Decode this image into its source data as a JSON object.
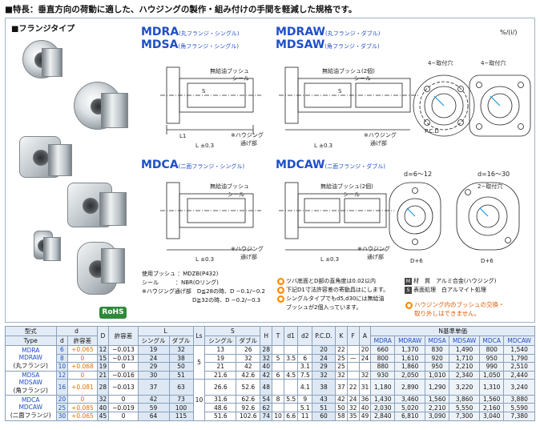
{
  "header": {
    "feature": "■特長：垂直方向の荷動に適した、ハウジングの製作・組み付けの手間を軽減した規格です。"
  },
  "flange_type": {
    "title": "■フランジタイプ"
  },
  "rohs": "RoHS",
  "series": {
    "mdra": {
      "name": "MDRA",
      "sub": "(丸フランジ・シングル)"
    },
    "mdsa": {
      "name": "MDSA",
      "sub": "(角フランジ・シングル)"
    },
    "mdraw": {
      "name": "MDRAW",
      "sub": "(丸フランジ・ダブル)"
    },
    "mdsaw": {
      "name": "MDSAW",
      "sub": "(角フランジ・ダブル)"
    },
    "mdca": {
      "name": "MDCA",
      "sub": "(二面フランジ・シングル)"
    },
    "mdcaw": {
      "name": "MDCAW",
      "sub": "(二面フランジ・ダブル)"
    },
    "finish_mark": "%/(i/)"
  },
  "drawing_labels": {
    "bush": "無給油ブッシュ",
    "bush_double": "無給油ブッシュ(2個)",
    "seal": "シール",
    "housing_fit": "※ハウジング",
    "fit_part": "通げ部",
    "s": "S",
    "l": "L",
    "l1": "L1",
    "t": "T",
    "lpm": "L ±0.3",
    "d": "d",
    "d1": "d1",
    "d2": "d2",
    "d_range1": "d=6〜12",
    "d_range2": "d=16〜30",
    "holes": "4−取付穴",
    "holes2": "2−取付穴",
    "pcd": "P.C.D",
    "d6": "D+6",
    "f": "F"
  },
  "notes_left": {
    "line1": "使用ブッシュ ：MDZB(P432)",
    "line2": "シール　　　：NBR(Oリング)",
    "line3": "※ハウジング通げ部　D≦28の時、D −0.1/−0.2",
    "line4": "　　　　　　　　　D≧32の時、D −0.2/−0.3"
  },
  "notes_mid": {
    "line1": "ツバ底面とD部の直角度は0.02以内",
    "line2": "下記D1寸法許容差の寄動具はにします。",
    "line3": "シングルタイプでもd5,d30には無給油",
    "line4": "ブッシュが2個入っています。"
  },
  "notes_right": {
    "material_mark": "M",
    "material_label": "材　質",
    "material_value": "アルミ合金(ハウジング)",
    "surface_mark": "S",
    "surface_label": "表面処理",
    "surface_value": "白アルマイト処理"
  },
  "warning": {
    "line1": "ハウジング内のブッシュの交換・",
    "line2": "取り外しはできません。"
  },
  "table": {
    "h_type": "型式",
    "h_type_en": "Type",
    "h_d": "d",
    "h_tol": "許容差",
    "h_D": "D",
    "h_Dtol": "許容差",
    "h_L": "L",
    "h_single": "シングル",
    "h_double": "ダブル",
    "h_Ls": "Ls",
    "h_S": "S",
    "h_H": "H",
    "h_T": "T",
    "h_d1": "d1",
    "h_d2": "d2",
    "h_pcd": "P.C.D.",
    "h_K": "K",
    "h_F": "F",
    "h_A": "A",
    "h_price": "N基準単価",
    "h_p1": "MDRA",
    "h_p2": "MDRAW",
    "h_p3": "MDSA",
    "h_p4": "MDSAW",
    "h_p5": "MDCA",
    "h_p6": "MDCAW",
    "groups": [
      {
        "name1": "MDRA",
        "name2": "MDRAW",
        "name3": "(丸フランジ)"
      },
      {
        "name1": "MDSA",
        "name2": "MDSAW",
        "name3": "(角フランジ)"
      },
      {
        "name1": "MDCA",
        "name2": "MDCAW",
        "name3": "(二面フランジ)"
      }
    ],
    "dtol": [
      "+0.065",
      "0",
      "+0.068",
      "0",
      "+0.081",
      "0",
      "+0.085",
      "+0.065"
    ],
    "Dtol": [
      "0",
      "−0.013",
      "0",
      "−0.016",
      "0",
      "−0.019"
    ],
    "ls": [
      "5",
      "10"
    ],
    "rows": [
      {
        "d": "6",
        "D": "12",
        "Ls": "19",
        "Ld": "32",
        "S": "13",
        "Sd": "26",
        "H": "28",
        "T": "",
        "d1": "",
        "d2": "",
        "pcd": "20",
        "K": "22",
        "F": "",
        "A": "20",
        "p1": "660",
        "p2": "1,370",
        "p3": "830",
        "p4": "1,490",
        "p5": "800",
        "p6": "1,540"
      },
      {
        "d": "8",
        "D": "15",
        "Ls": "24",
        "Ld": "38",
        "S": "19",
        "Sd": "32",
        "H": "32",
        "T": "5",
        "d1": "3.5",
        "d2": "6",
        "pcd": "24",
        "K": "25",
        "F": "—",
        "A": "24",
        "p1": "800",
        "p2": "1,610",
        "p3": "920",
        "p4": "1,710",
        "p5": "950",
        "p6": "1,790"
      },
      {
        "d": "10",
        "D": "19",
        "Ls": "29",
        "Ld": "50",
        "S": "21",
        "Sd": "42",
        "H": "40",
        "T": "",
        "d1": "",
        "d2": "3.1",
        "pcd": "29",
        "K": "25",
        "F": "",
        "A": "",
        "p1": "880",
        "p2": "1,860",
        "p3": "950",
        "p4": "2,210",
        "p5": "990",
        "p6": "2,510"
      },
      {
        "d": "12",
        "D": "21",
        "Ls": "30",
        "Ld": "51",
        "S": "21.6",
        "Sd": "42.6",
        "H": "42",
        "T": "6",
        "d1": "4.5",
        "d2": "7.5",
        "pcd": "32",
        "K": "32",
        "F": "",
        "A": "32",
        "p1": "930",
        "p2": "2,050",
        "p3": "1,010",
        "p4": "2,340",
        "p5": "1,050",
        "p6": "2,440"
      },
      {
        "d": "16",
        "D": "28",
        "Ls": "37",
        "Ld": "63",
        "S": "26.6",
        "Sd": "52.6",
        "H": "48",
        "T": "",
        "d1": "",
        "d2": "4.1",
        "pcd": "38",
        "K": "37",
        "F": "22",
        "A": "31",
        "p1": "1,180",
        "p2": "2,890",
        "p3": "1,290",
        "p4": "3,220",
        "p5": "1,310",
        "p6": "3,240"
      },
      {
        "d": "20",
        "D": "32",
        "Ls": "42",
        "Ld": "73",
        "S": "31.6",
        "Sd": "62.6",
        "H": "54",
        "T": "8",
        "d1": "5.5",
        "d2": "9",
        "pcd": "43",
        "K": "42",
        "F": "24",
        "A": "36",
        "p1": "1,430",
        "p2": "3,460",
        "p3": "1,560",
        "p4": "3,860",
        "p5": "1,560",
        "p6": "3,880"
      },
      {
        "d": "25",
        "D": "40",
        "Ls": "59",
        "Ld": "100",
        "S": "48.6",
        "Sd": "92.6",
        "H": "62",
        "T": "",
        "d1": "",
        "d2": "5.1",
        "pcd": "51",
        "K": "50",
        "F": "32",
        "A": "40",
        "p1": "2,030",
        "p2": "5,020",
        "p3": "2,210",
        "p4": "5,550",
        "p5": "2,160",
        "p6": "5,590"
      },
      {
        "d": "30",
        "D": "45",
        "Ls": "64",
        "Ld": "115",
        "S": "51.6",
        "Sd": "102.6",
        "H": "74",
        "T": "10",
        "d1": "6.6",
        "d2": "11",
        "pcd": "60",
        "K": "58",
        "F": "35",
        "A": "49",
        "p1": "2,840",
        "p2": "6,810",
        "p3": "3,090",
        "p4": "7,300",
        "p5": "3,040",
        "p6": "7,380"
      }
    ]
  }
}
